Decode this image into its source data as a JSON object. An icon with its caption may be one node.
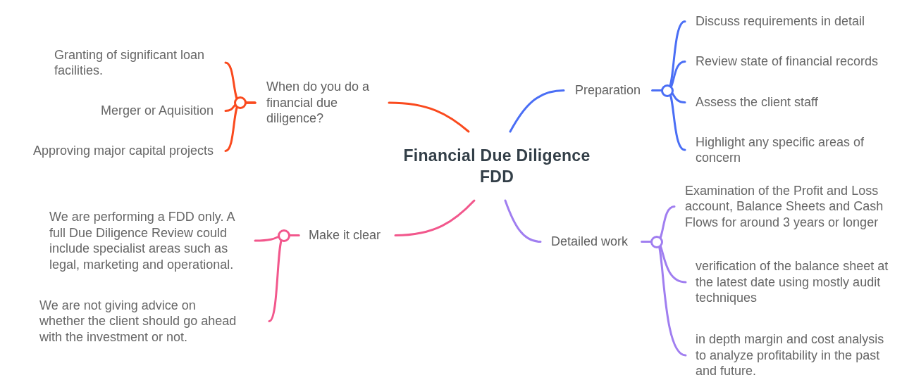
{
  "diagram": {
    "nodes": [
      {
        "text": [
          "Financial Due Diligence FDD"
        ]
      },
      {
        "text": [
          "When do you do a financial due diligence?"
        ]
      },
      {
        "text": [
          "Granting of significant loan facilities."
        ]
      },
      {
        "text": [
          "Merger or Aquisition"
        ]
      },
      {
        "text": [
          "Approving major capital projects"
        ]
      },
      {
        "text": [
          "Preparation"
        ]
      },
      {
        "text": [
          "Discuss requirements in detail"
        ]
      },
      {
        "text": [
          "Review state of financial records"
        ]
      },
      {
        "text": [
          "Assess the client staff"
        ]
      },
      {
        "text": [
          "Highlight any specific areas of concern"
        ]
      },
      {
        "text": [
          "Make it clear"
        ]
      },
      {
        "text": [
          "We are performing a FDD only. A full Due Diligence Review could include specialist areas such as legal, marketing and operational."
        ]
      },
      {
        "text": [
          "We are not giving advice on whether the client should go ahead with the investment or not."
        ]
      },
      {
        "text": [
          "Detailed work"
        ]
      },
      {
        "text": [
          "Examination of the Profit and Loss account, Balance Sheets and Cash Flows for around 3 years or longer"
        ]
      },
      {
        "text": [
          "verification of the balance sheet at the latest date using mostly audit techniques"
        ]
      },
      {
        "text": [
          "in depth margin and cost analysis to analyze profitability in the past and future."
        ]
      }
    ],
    "edges": [
      {
        "from": 0,
        "to": 1,
        "arrow": "none",
        "color": "#fa4a1e"
      },
      {
        "from": 1,
        "to": 2,
        "arrow": "none",
        "color": "#fa4a1e"
      },
      {
        "from": 1,
        "to": 3,
        "arrow": "none",
        "color": "#fa4a1e"
      },
      {
        "from": 1,
        "to": 4,
        "arrow": "none",
        "color": "#fa4a1e"
      },
      {
        "from": 0,
        "to": 5,
        "arrow": "none",
        "color": "#4a6ef5"
      },
      {
        "from": 5,
        "to": 6,
        "arrow": "none",
        "color": "#4a6ef5"
      },
      {
        "from": 5,
        "to": 7,
        "arrow": "none",
        "color": "#4a6ef5"
      },
      {
        "from": 5,
        "to": 8,
        "arrow": "none",
        "color": "#4a6ef5"
      },
      {
        "from": 5,
        "to": 9,
        "arrow": "none",
        "color": "#4a6ef5"
      },
      {
        "from": 0,
        "to": 10,
        "arrow": "none",
        "color": "#f2578c"
      },
      {
        "from": 10,
        "to": 11,
        "arrow": "none",
        "color": "#f2578c"
      },
      {
        "from": 10,
        "to": 12,
        "arrow": "none",
        "color": "#f2578c"
      },
      {
        "from": 0,
        "to": 13,
        "arrow": "none",
        "color": "#a07ef0"
      },
      {
        "from": 13,
        "to": 14,
        "arrow": "none",
        "color": "#a07ef0"
      },
      {
        "from": 13,
        "to": 15,
        "arrow": "none",
        "color": "#a07ef0"
      },
      {
        "from": 13,
        "to": 16,
        "arrow": "none",
        "color": "#a07ef0"
      }
    ]
  }
}
